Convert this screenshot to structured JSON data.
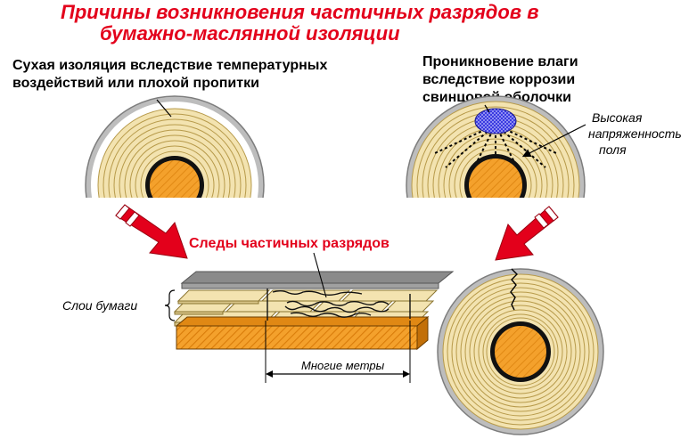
{
  "title": {
    "line1": "Причины возникновения частичных разрядов в",
    "line2": "бумажно-маслянной изоляции"
  },
  "left_cable": {
    "caption_line1": "Сухая изоляция вследствие температурных",
    "caption_line2": "воздействий или плохой пропитки"
  },
  "right_cable": {
    "caption_line1": "Проникновение влаги",
    "caption_line2": "вследствие коррозии",
    "caption_line3": "свинцовой оболочки",
    "field_label_line1": "Высокая",
    "field_label_line2": "напряженность",
    "field_label_line3": "поля"
  },
  "center": {
    "traces_label": "Следы частичных разрядов",
    "paper_layers_label": "Слои бумаги",
    "length_label": "Многие метры"
  },
  "colors": {
    "title": "#e3001b",
    "arrow": "#e3001b",
    "paper": "#f3e3b0",
    "paper_dark": "#d8c487",
    "core": "#f4a12c",
    "moisture": "#2a2ad0",
    "sheath": "#8c8c8c"
  }
}
